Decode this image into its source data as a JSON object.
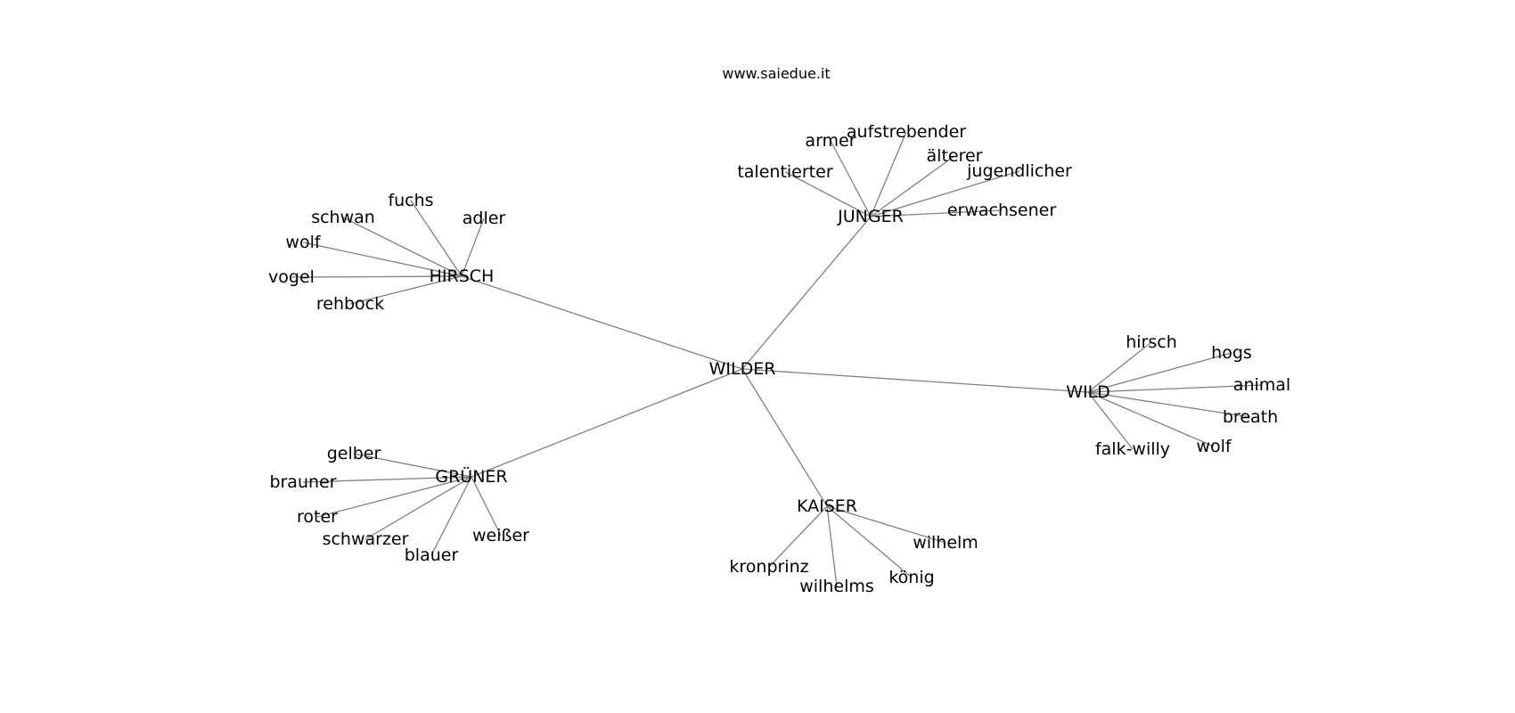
{
  "site": "www.saiedue.it",
  "colors": {
    "edge": "#808080",
    "text": "#000000",
    "background": "#ffffff"
  },
  "nodes": [
    {
      "id": "wilder",
      "label": "WILDER"
    },
    {
      "id": "hirsch",
      "label": "HIRSCH"
    },
    {
      "id": "junger",
      "label": "JUNGER"
    },
    {
      "id": "wild",
      "label": "WILD"
    },
    {
      "id": "gruener",
      "label": "GRÜNER"
    },
    {
      "id": "kaiser",
      "label": "KAISER"
    },
    {
      "id": "hirsch-fuchs",
      "label": "fuchs"
    },
    {
      "id": "hirsch-schwan",
      "label": "schwan"
    },
    {
      "id": "hirsch-adler",
      "label": "adler"
    },
    {
      "id": "hirsch-wolf",
      "label": "wolf"
    },
    {
      "id": "hirsch-vogel",
      "label": "vogel"
    },
    {
      "id": "hirsch-rehbock",
      "label": "rehbock"
    },
    {
      "id": "junger-armer",
      "label": "armer"
    },
    {
      "id": "junger-aufstrebender",
      "label": "aufstrebender"
    },
    {
      "id": "junger-aelterer",
      "label": "älterer"
    },
    {
      "id": "junger-talentierter",
      "label": "talentierter"
    },
    {
      "id": "junger-jugendlicher",
      "label": "jugendlicher"
    },
    {
      "id": "junger-erwachsener",
      "label": "erwachsener"
    },
    {
      "id": "wild-hirsch",
      "label": "hirsch"
    },
    {
      "id": "wild-hogs",
      "label": "hogs"
    },
    {
      "id": "wild-animal",
      "label": "animal"
    },
    {
      "id": "wild-breath",
      "label": "breath"
    },
    {
      "id": "wild-wolf",
      "label": "wolf"
    },
    {
      "id": "wild-falk-willy",
      "label": "falk-willy"
    },
    {
      "id": "gruener-gelber",
      "label": "gelber"
    },
    {
      "id": "gruener-brauner",
      "label": "brauner"
    },
    {
      "id": "gruener-roter",
      "label": "roter"
    },
    {
      "id": "gruener-schwarzer",
      "label": "schwarzer"
    },
    {
      "id": "gruener-blauer",
      "label": "blauer"
    },
    {
      "id": "gruener-weisser",
      "label": "weißer"
    },
    {
      "id": "kaiser-kronprinz",
      "label": "kronprinz"
    },
    {
      "id": "kaiser-wilhelms",
      "label": "wilhelms"
    },
    {
      "id": "kaiser-koenig",
      "label": "könig"
    },
    {
      "id": "kaiser-wilhelm",
      "label": "wilhelm"
    }
  ],
  "edges": [
    [
      "wilder",
      "hirsch"
    ],
    [
      "wilder",
      "junger"
    ],
    [
      "wilder",
      "wild"
    ],
    [
      "wilder",
      "gruener"
    ],
    [
      "wilder",
      "kaiser"
    ],
    [
      "hirsch",
      "hirsch-fuchs"
    ],
    [
      "hirsch",
      "hirsch-schwan"
    ],
    [
      "hirsch",
      "hirsch-adler"
    ],
    [
      "hirsch",
      "hirsch-wolf"
    ],
    [
      "hirsch",
      "hirsch-vogel"
    ],
    [
      "hirsch",
      "hirsch-rehbock"
    ],
    [
      "junger",
      "junger-armer"
    ],
    [
      "junger",
      "junger-aufstrebender"
    ],
    [
      "junger",
      "junger-aelterer"
    ],
    [
      "junger",
      "junger-talentierter"
    ],
    [
      "junger",
      "junger-jugendlicher"
    ],
    [
      "junger",
      "junger-erwachsener"
    ],
    [
      "wild",
      "wild-hirsch"
    ],
    [
      "wild",
      "wild-hogs"
    ],
    [
      "wild",
      "wild-animal"
    ],
    [
      "wild",
      "wild-breath"
    ],
    [
      "wild",
      "wild-wolf"
    ],
    [
      "wild",
      "wild-falk-willy"
    ],
    [
      "gruener",
      "gruener-gelber"
    ],
    [
      "gruener",
      "gruener-brauner"
    ],
    [
      "gruener",
      "gruener-roter"
    ],
    [
      "gruener",
      "gruener-schwarzer"
    ],
    [
      "gruener",
      "gruener-blauer"
    ],
    [
      "gruener",
      "gruener-weisser"
    ],
    [
      "kaiser",
      "kaiser-kronprinz"
    ],
    [
      "kaiser",
      "kaiser-wilhelms"
    ],
    [
      "kaiser",
      "kaiser-koenig"
    ],
    [
      "kaiser",
      "kaiser-wilhelm"
    ]
  ]
}
